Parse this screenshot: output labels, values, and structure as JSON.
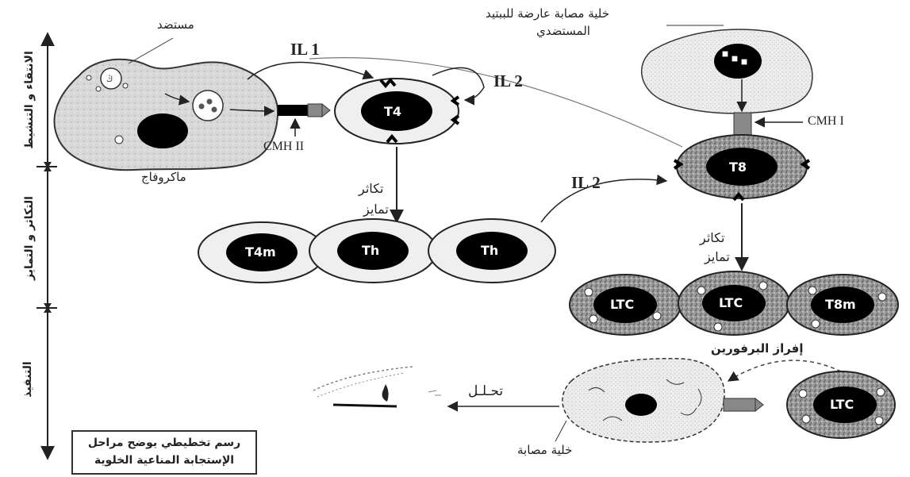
{
  "stages": {
    "activation": "الانتقاء و التنشيط",
    "proliferation": "التكاثر و التمايز",
    "execution": "التنفيذ"
  },
  "labels": {
    "antigen": "مستضد",
    "macrophage": "ماكروفاج",
    "cmh2": "CMH II",
    "cmh1": "CMH I",
    "il1": "IL 1",
    "il2_top": "IL 2",
    "il2_mid": "IL 2",
    "infected_presenting_line1": "خلية مصابة عارضة للببتيد",
    "infected_presenting_line2": "المستضدي",
    "proliferation_left": "تكاثر",
    "differentiation_left": "تمايز",
    "proliferation_right": "تكاثر",
    "differentiation_right": "تمايز",
    "perforin": "إفراز البرفورين",
    "lysis": "تحـلـل",
    "infected_cell": "خلية مصابة"
  },
  "cells": {
    "t4": "T4",
    "t8": "T8",
    "t4m": "T4m",
    "th1": "Th",
    "th2": "Th",
    "ltc1": "LTC",
    "ltc2": "LTC",
    "t8m": "T8m",
    "ltc_final": "LTC"
  },
  "caption": {
    "line1": "رسم تخطيطي يوضح مراحل",
    "line2": "الإستجابة المناعية الخلوية"
  }
}
